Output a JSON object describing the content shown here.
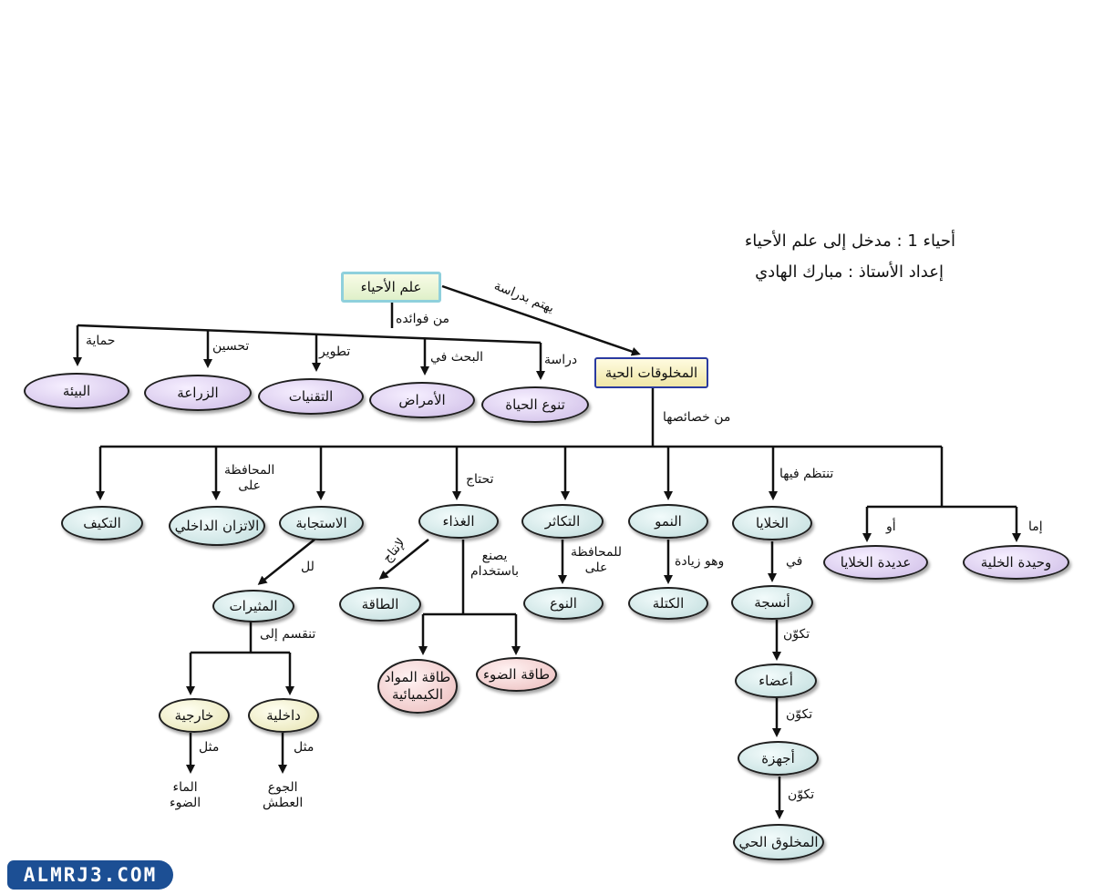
{
  "header": {
    "line1": "أحياء 1 : مدخل إلى علم الأحياء",
    "line2": "إعداد الأستاذ : مبارك الهادي"
  },
  "watermark": "ALMRJ3.COM",
  "nodes": {
    "root": "علم الأحياء",
    "living": "المخلوقات الحية",
    "environment": "البيئة",
    "agriculture": "الزراعة",
    "technologies": "التقنيات",
    "diseases": "الأمراض",
    "life_diversity": "تنوع الحياة",
    "adaptation": "التكيف",
    "homeostasis": "الاتزان الداخلي",
    "response": "الاستجابة",
    "food": "الغذاء",
    "reproduction": "التكاثر",
    "growth": "النمو",
    "cells": "الخلايا",
    "multicellular": "عديدة الخلايا",
    "unicellular": "وحيدة الخلية",
    "stimuli": "المثيرات",
    "energy": "الطاقة",
    "species": "النوع",
    "mass": "الكتلة",
    "tissues": "أنسجة",
    "organs": "أعضاء",
    "systems": "أجهزة",
    "organism": "المخلوق الحي",
    "chemical_energy_1": "طاقة المواد",
    "chemical_energy_2": "الكيميائية",
    "light_energy": "طاقة الضوء",
    "internal": "داخلية",
    "external": "خارجية"
  },
  "labels": {
    "studies": "يهتم بدراسة",
    "benefits": "من فوائده",
    "protection": "حماية",
    "improvement": "تحسين",
    "development": "تطوير",
    "research": "البحث في",
    "study": "دراسة",
    "characteristics": "من خصائصها",
    "preserve_1": "المحافظة",
    "preserve_2": "على",
    "needs": "تحتاج",
    "organized_in": "تنتظم فيها",
    "either": "إما",
    "or": "أو",
    "to": "لل",
    "to_produce": "لإنتاج",
    "makes_1": "يصنع",
    "makes_2": "باستخدام",
    "for_preserve_1": "للمحافظة",
    "for_preserve_2": "على",
    "mass_increase": "وهو زيادة",
    "in": "في",
    "form_1": "تكوّن",
    "form_2": "تكوّن",
    "form_3": "تكوّن",
    "divided_into": "تنقسم إلى",
    "example_1": "مثل",
    "example_2": "مثل",
    "hunger": "الجوع",
    "thirst": "العطش",
    "water": "الماء",
    "light": "الضوء"
  }
}
